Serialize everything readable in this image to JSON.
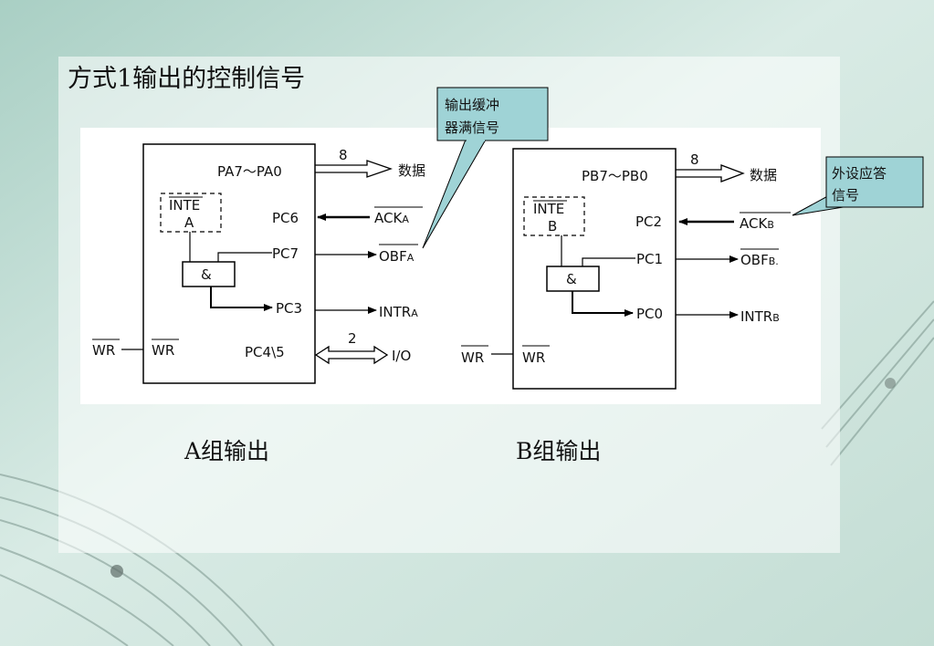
{
  "slide": {
    "title": "方式1输出的控制信号"
  },
  "callouts": {
    "obf_note_line1": "输出缓冲",
    "obf_note_line2": "器满信号",
    "ack_note_line1": "外设应答",
    "ack_note_line2": "信号"
  },
  "group_a": {
    "caption": "A组输出",
    "port_label": "PA7～PA0",
    "bus_width": "8",
    "data_label": "数据",
    "inte_line1": "INTE",
    "inte_line2": "A",
    "and_symbol": "&",
    "pc6": "PC6",
    "pc7": "PC7",
    "pc3": "PC3",
    "pc45": "PC4\\5",
    "io_bus_width": "2",
    "io_label": "I/O",
    "ack": "ACK",
    "ack_sub": "A",
    "obf": "OBF",
    "obf_sub": "A",
    "intr": "INTR",
    "intr_sub": "A",
    "wr_ext": "WR",
    "wr_int": "WR"
  },
  "group_b": {
    "caption": "B组输出",
    "port_label": "PB7～PB0",
    "bus_width": "8",
    "data_label": "数据",
    "inte_line1": "INTE",
    "inte_line2": "B",
    "and_symbol": "&",
    "pc2": "PC2",
    "pc1": "PC1",
    "pc0": "PC0",
    "ack": "ACK",
    "ack_sub": "B",
    "obf": "OBF",
    "obf_sub": "B.",
    "intr": "INTR",
    "intr_sub": "B",
    "wr_ext": "WR",
    "wr_int": "WR"
  }
}
